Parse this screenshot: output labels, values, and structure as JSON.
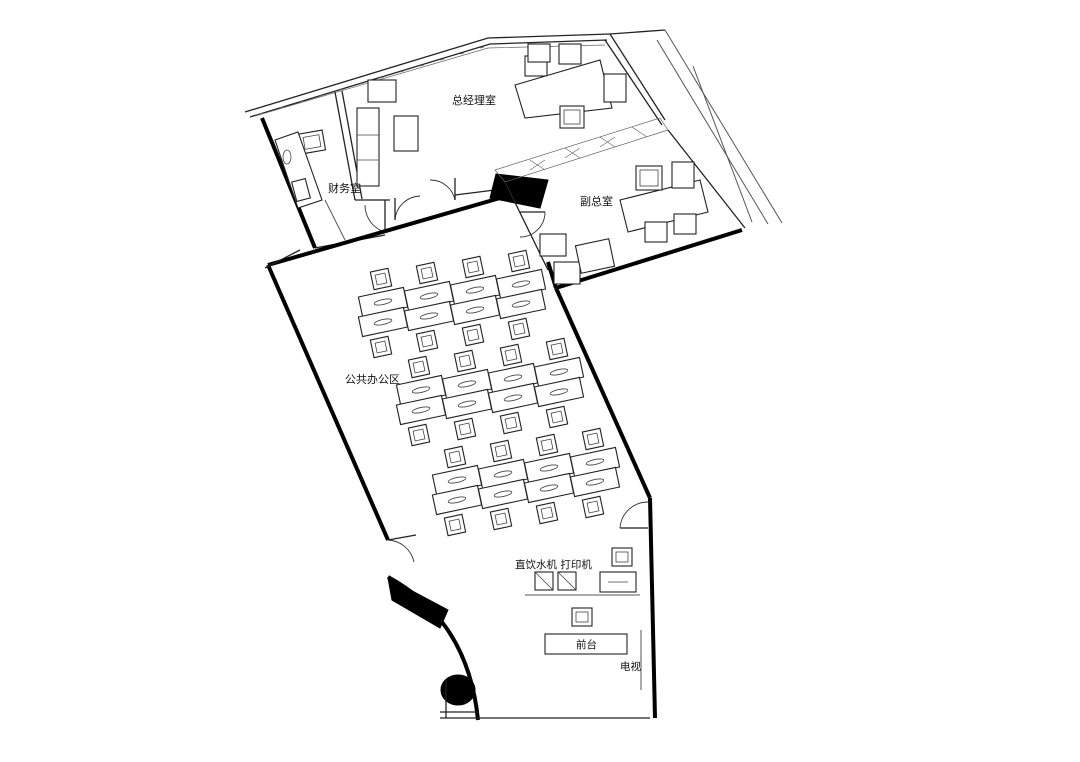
{
  "rooms": {
    "gm_office": "总经理室",
    "finance": "财务室",
    "deputy": "副总室",
    "open_office": "公共办公区"
  },
  "fixtures": {
    "water_printer": "直饮水机 打印机",
    "reception": "前台",
    "tv": "电视"
  }
}
